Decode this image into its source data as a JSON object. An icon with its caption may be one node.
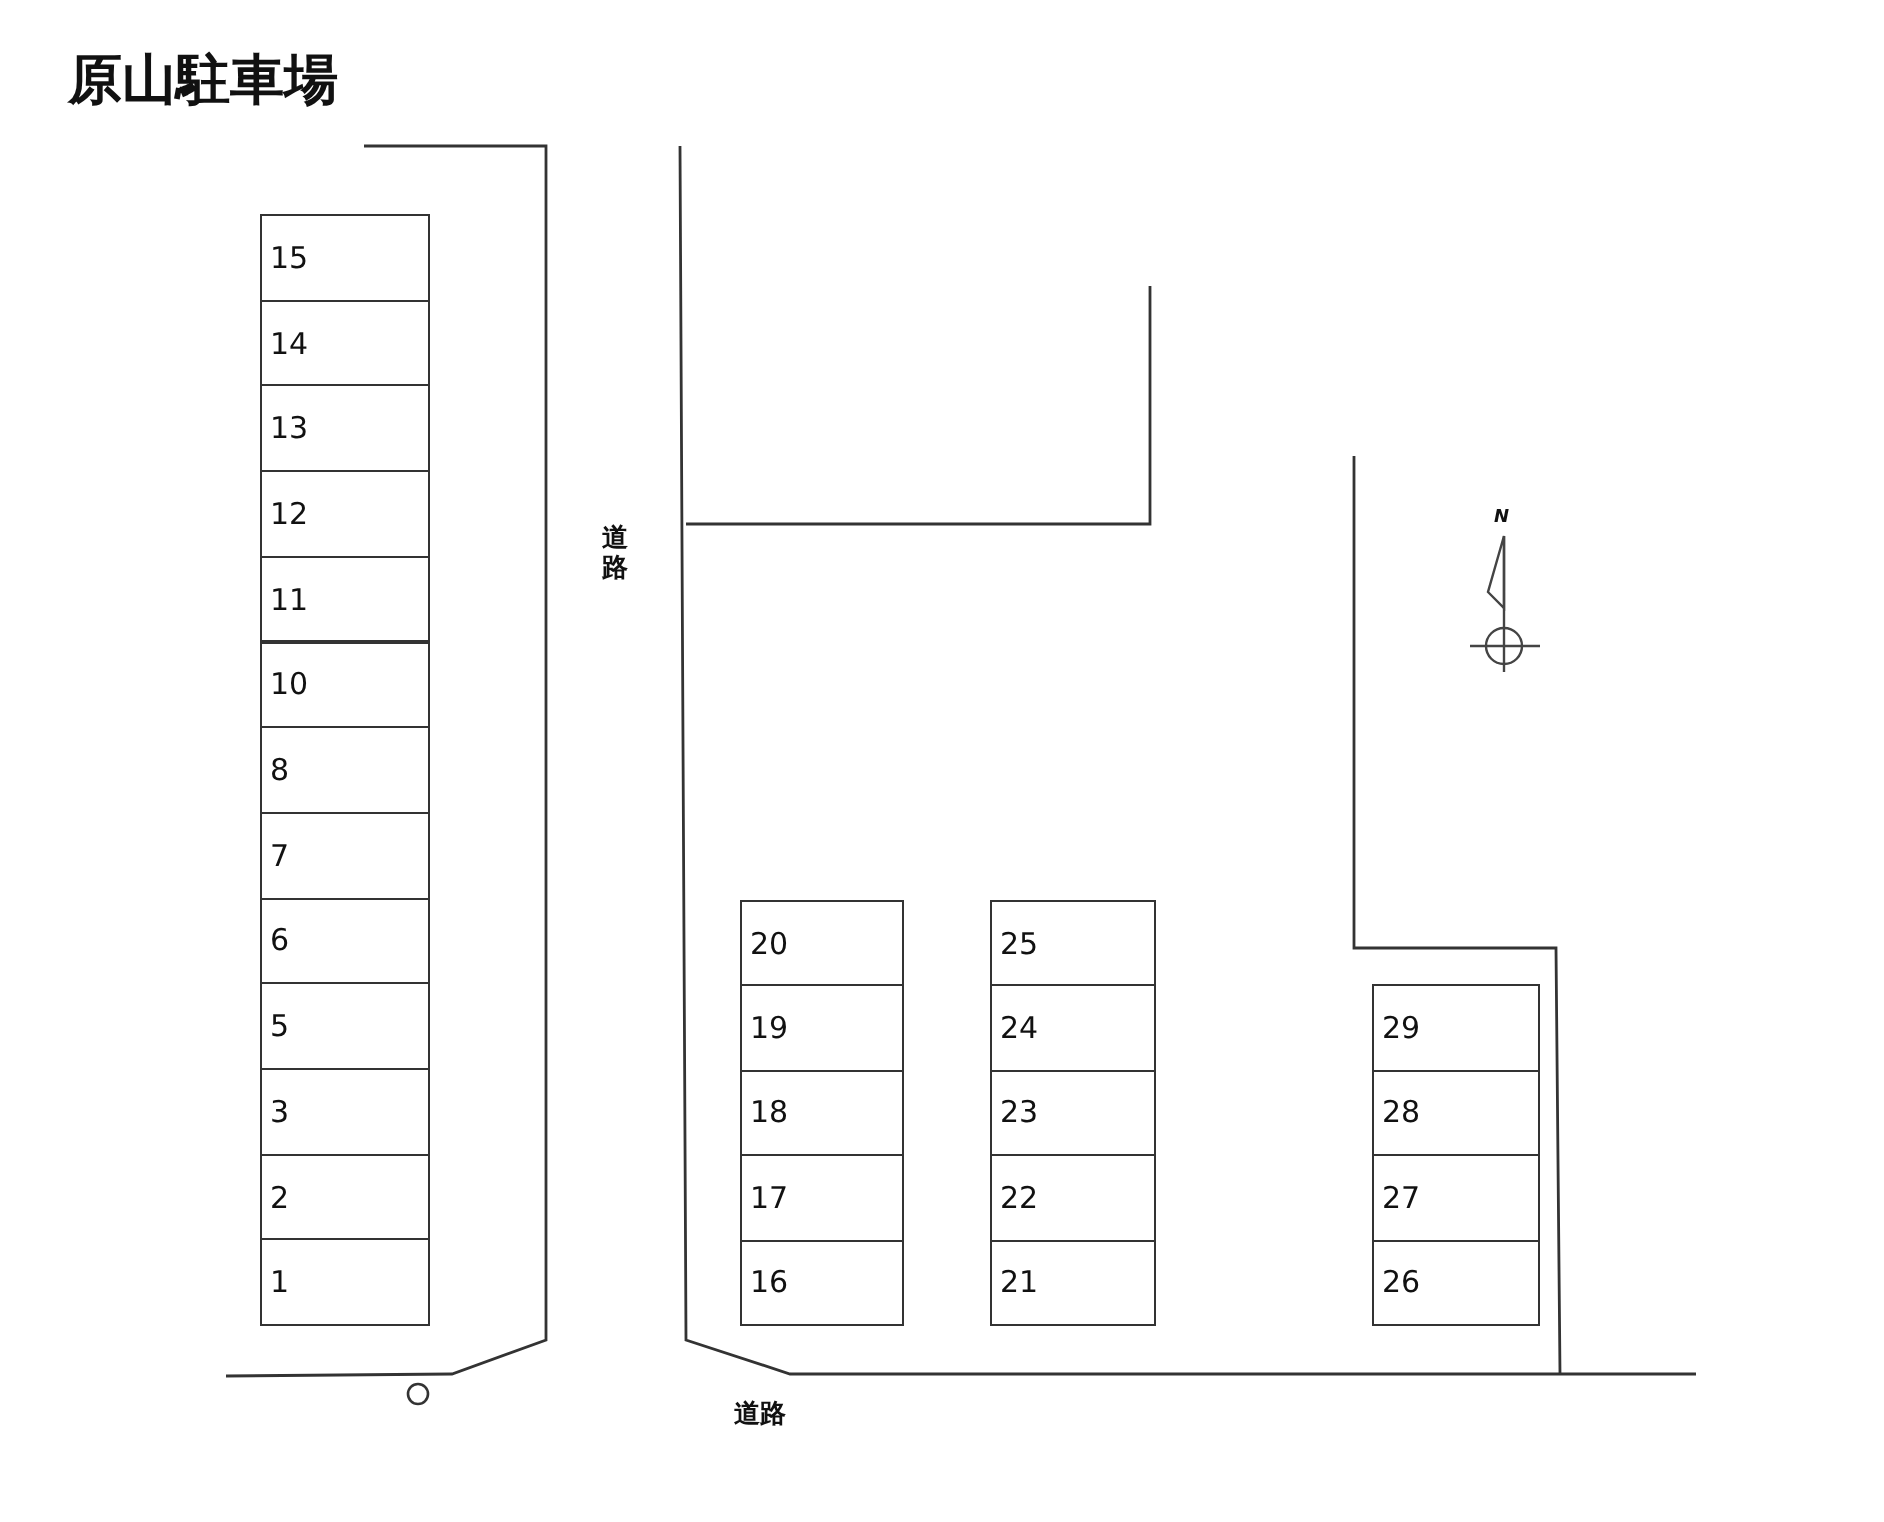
{
  "diagram": {
    "title": "原山駐車場",
    "nodes": [
      {
        "text": [
          "15"
        ]
      },
      {
        "text": [
          "14"
        ]
      },
      {
        "text": [
          "13"
        ]
      },
      {
        "text": [
          "12"
        ]
      },
      {
        "text": [
          "11"
        ]
      },
      {
        "text": [
          "10"
        ]
      },
      {
        "text": [
          "8"
        ]
      },
      {
        "text": [
          "7"
        ]
      },
      {
        "text": [
          "6"
        ]
      },
      {
        "text": [
          "5"
        ]
      },
      {
        "text": [
          "3"
        ]
      },
      {
        "text": [
          "2"
        ]
      },
      {
        "text": [
          "1"
        ]
      },
      {
        "text": [
          "20"
        ]
      },
      {
        "text": [
          "19"
        ]
      },
      {
        "text": [
          "18"
        ]
      },
      {
        "text": [
          "17"
        ]
      },
      {
        "text": [
          "16"
        ]
      },
      {
        "text": [
          "25"
        ]
      },
      {
        "text": [
          "24"
        ]
      },
      {
        "text": [
          "23"
        ]
      },
      {
        "text": [
          "22"
        ]
      },
      {
        "text": [
          "21"
        ]
      },
      {
        "text": [
          "29"
        ]
      },
      {
        "text": [
          "28"
        ]
      },
      {
        "text": [
          "27"
        ]
      },
      {
        "text": [
          "26"
        ]
      }
    ],
    "labels": [
      "道路",
      "N",
      "道路"
    ]
  }
}
